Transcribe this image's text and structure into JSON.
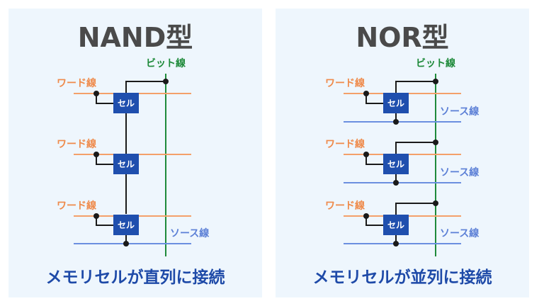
{
  "nand": {
    "title": "NAND型",
    "caption": "メモリセルが直列に接続",
    "bit_line_label": "ビット線",
    "word_line_label": "ワード線",
    "source_line_label": "ソース線",
    "cell_label": "セル"
  },
  "nor": {
    "title": "NOR型",
    "caption": "メモリセルが並列に接続",
    "bit_line_label": "ビット線",
    "word_line_label": "ワード線",
    "source_line_label": "ソース線",
    "cell_label": "セル"
  },
  "colors": {
    "word_line": "#f4a06a",
    "bit_line": "#1e8a3a",
    "source_line": "#6b8fe0",
    "cell": "#1f4fae",
    "wire": "#1a1a1a",
    "title": "#4a4a4a",
    "caption": "#1e4aa8",
    "panel_bg": "#eef6fd"
  }
}
